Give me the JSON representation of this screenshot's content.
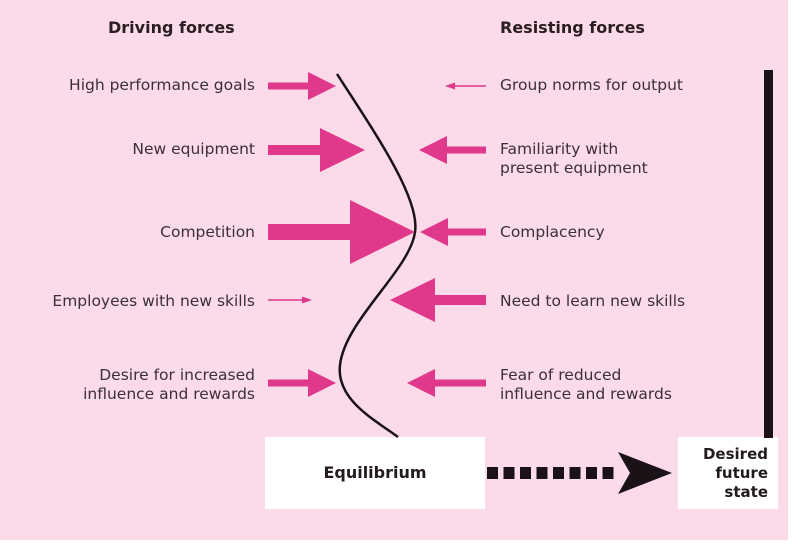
{
  "title": "Force field analysis",
  "headings": {
    "driving": "Driving forces",
    "resisting": "Resisting forces"
  },
  "colors": {
    "background": "#fbdbe9",
    "arrow": "#e0388a",
    "line": "#1a1216",
    "box": "#ffffff"
  },
  "driving_forces": [
    {
      "label_lines": [
        "High performance goals"
      ],
      "strength": 2
    },
    {
      "label_lines": [
        "New equipment"
      ],
      "strength": 3
    },
    {
      "label_lines": [
        "Competition"
      ],
      "strength": 4
    },
    {
      "label_lines": [
        "Employees with new skills"
      ],
      "strength": 1
    },
    {
      "label_lines": [
        "Desire for increased",
        "influence and rewards"
      ],
      "strength": 2
    }
  ],
  "resisting_forces": [
    {
      "label_lines": [
        "Group norms for output"
      ],
      "strength": 1
    },
    {
      "label_lines": [
        "Familiarity with",
        "present equipment"
      ],
      "strength": 2
    },
    {
      "label_lines": [
        "Complacency"
      ],
      "strength": 2
    },
    {
      "label_lines": [
        "Need to learn new skills"
      ],
      "strength": 3
    },
    {
      "label_lines": [
        "Fear of reduced",
        "influence and rewards"
      ],
      "strength": 2
    }
  ],
  "equilibrium": {
    "label": "Equilibrium"
  },
  "desired_state": {
    "label_lines": [
      "Desired",
      "future",
      "state"
    ]
  }
}
